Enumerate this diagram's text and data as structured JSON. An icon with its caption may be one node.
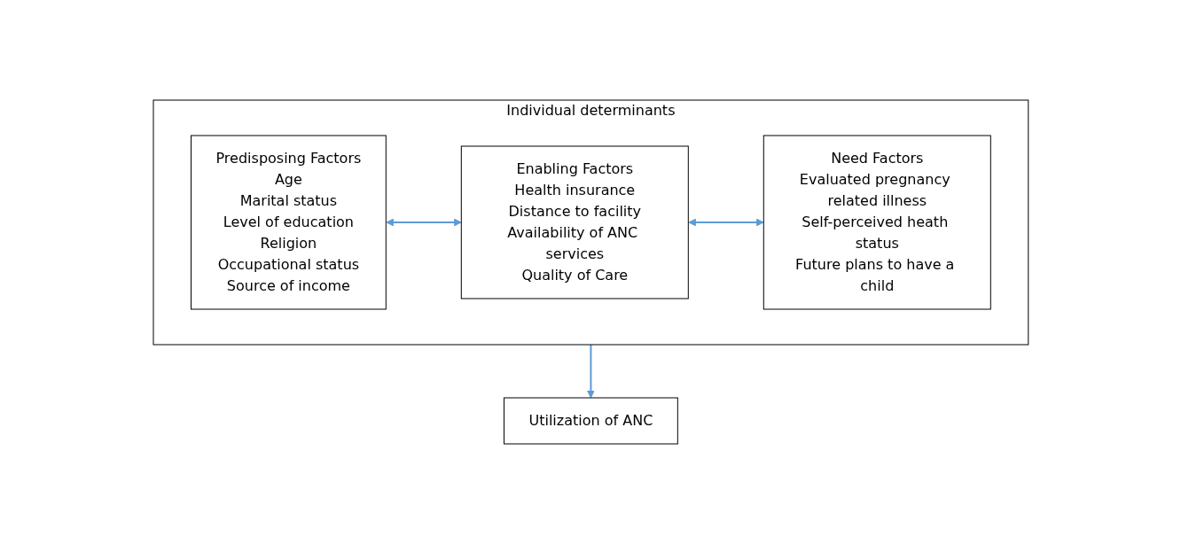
{
  "diagram": {
    "nodes": [
      {
        "text": [
          "Individual determinants"
        ]
      },
      {
        "text": [
          "Predisposing Factors",
          "Age",
          "Marital status",
          "Level of education",
          "Religion",
          "Occupational status",
          "Source of income"
        ],
        "in": 0
      },
      {
        "text": [
          "Enabling Factors",
          "Health insurance",
          "Distance to facility",
          "Availability of ANC services",
          "Quality of Care"
        ],
        "in": 0
      },
      {
        "text": [
          "Need Factors",
          "Evaluated pregnancy related illness",
          "Self-perceived heath status",
          "Future plans to have a child"
        ],
        "in": 0
      },
      {
        "text": [
          "Utilization of ANC"
        ]
      }
    ],
    "edges": [
      {
        "from": 1,
        "to": 2,
        "arrow": "both"
      },
      {
        "from": 2,
        "to": 3,
        "arrow": "both"
      },
      {
        "from": 0,
        "to": 4,
        "arrow": "to"
      }
    ]
  }
}
